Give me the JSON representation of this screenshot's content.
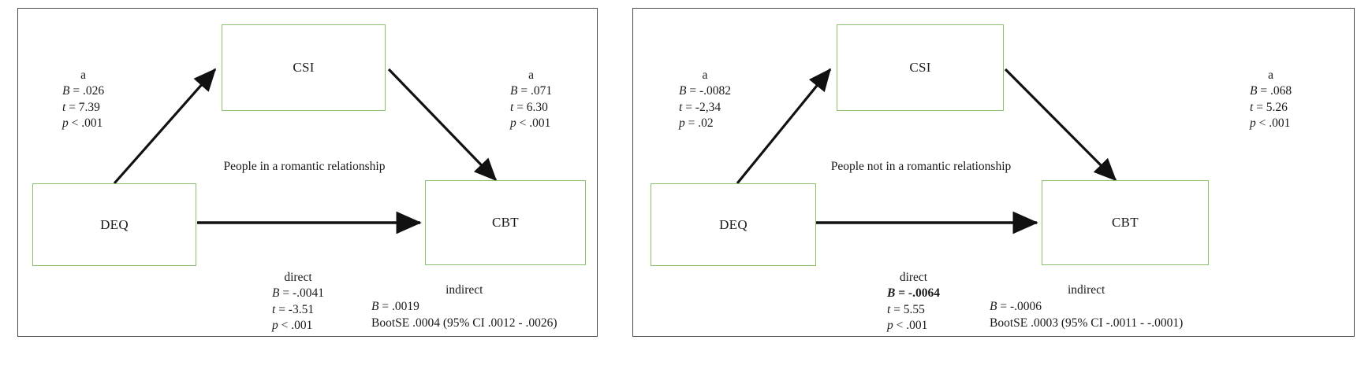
{
  "figure": {
    "panels": [
      {
        "id": "left",
        "caption": "People in a romantic relationship",
        "nodes": {
          "predictor": "DEQ",
          "mediator": "CSI",
          "outcome": "CBT"
        },
        "path_a": {
          "header": "a",
          "b_label": "B",
          "b_value": "= .026",
          "t_label": "t",
          "t_value": "= 7.39",
          "p_label": "p",
          "p_value": "< .001"
        },
        "path_b": {
          "header": "a",
          "b_label": "B",
          "b_value": "= .071",
          "t_label": "t",
          "t_value": "= 6.30",
          "p_label": "p",
          "p_value": "< .001"
        },
        "direct": {
          "header": "direct",
          "b_label": "B",
          "b_value": "= -.0041",
          "t_label": "t",
          "t_value": "= -3.51",
          "p_label": "p",
          "p_value": "< .001"
        },
        "indirect": {
          "header": "indirect",
          "b_label": "B",
          "b_value": "= .0019",
          "boot": "BootSE .0004 (95% CI .0012 - .0026)"
        }
      },
      {
        "id": "right",
        "caption": "People not in a romantic relationship",
        "nodes": {
          "predictor": "DEQ",
          "mediator": "CSI",
          "outcome": "CBT"
        },
        "path_a": {
          "header": "a",
          "b_label": "B",
          "b_value": "= -.0082",
          "t_label": "t",
          "t_value": "= -2,34",
          "p_label": "p",
          "p_value": "= .02"
        },
        "path_b": {
          "header": "a",
          "b_label": "B",
          "b_value": "= .068",
          "t_label": "t",
          "t_value": "= 5.26",
          "p_label": "p",
          "p_value": "< .001"
        },
        "direct": {
          "header": "direct",
          "b_label": "B",
          "b_value": "= -.0064",
          "t_label": "t",
          "t_value": "= 5.55",
          "p_label": "p",
          "p_value": "< .001"
        },
        "indirect": {
          "header": "indirect",
          "b_label": "B",
          "b_value": "= -.0006",
          "boot": "BootSE .0003 (95% CI -.0011 - -.0001)"
        }
      }
    ],
    "colors": {
      "box_border": "#8cc06a",
      "panel_border": "#4a4a4a",
      "arrow": "#111111",
      "text": "#1a1a1a"
    }
  }
}
